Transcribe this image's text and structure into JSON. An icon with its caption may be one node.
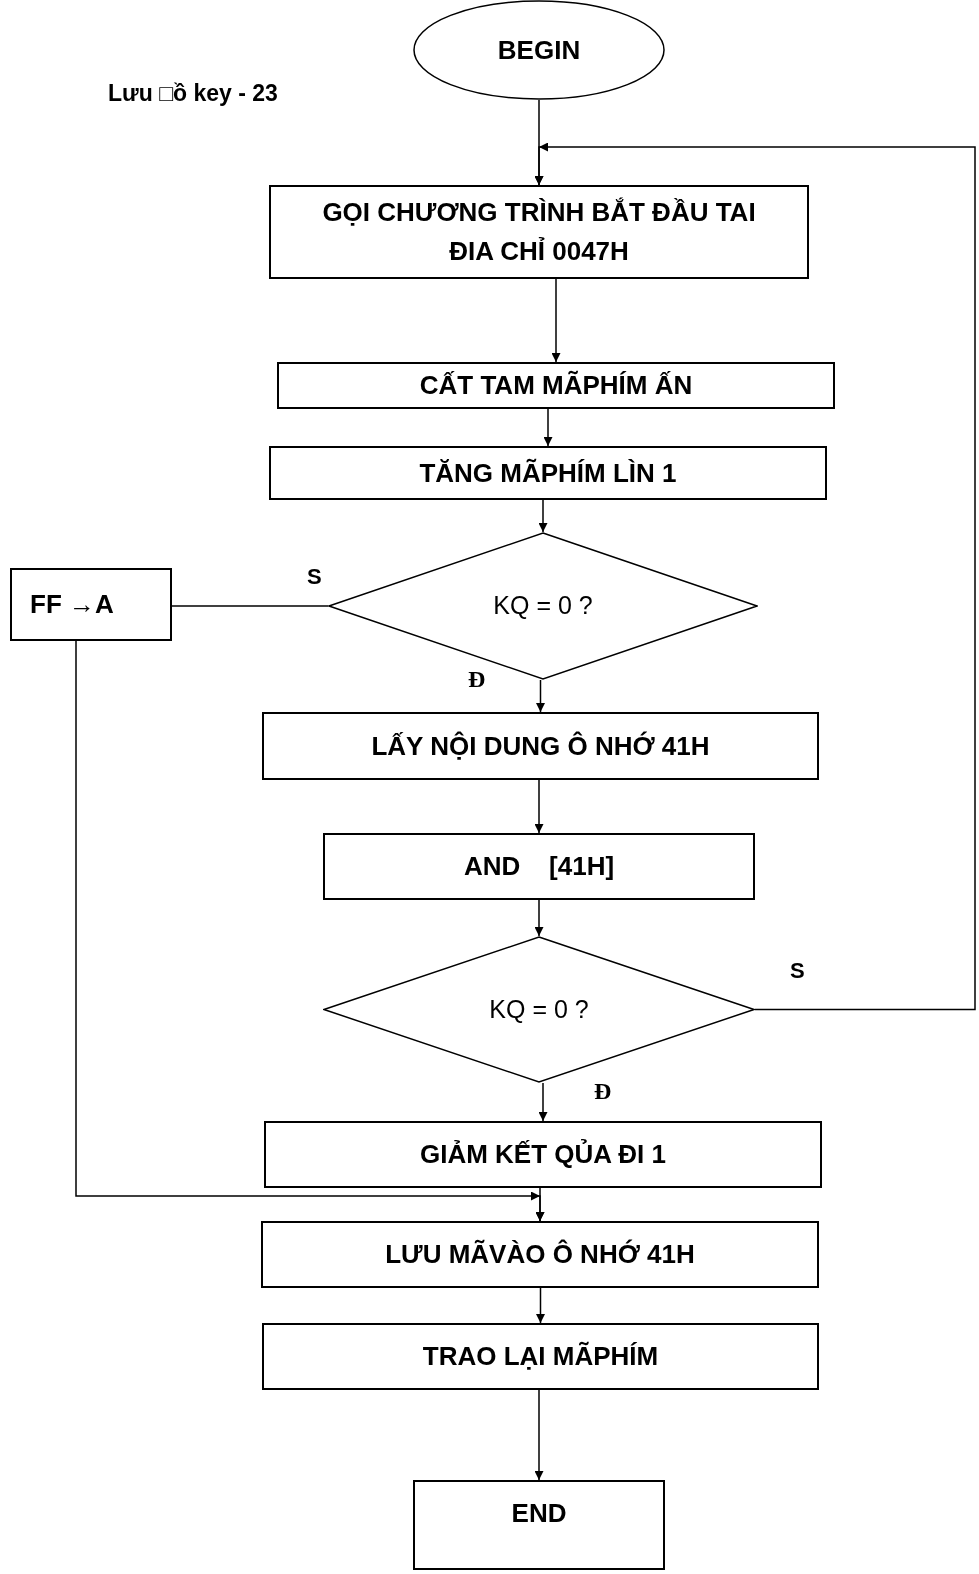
{
  "diagram": {
    "nodes": [
      {
        "text": [
          "BEGIN"
        ]
      },
      {
        "text": [
          "GỌI CHƯƠNG TRÌNH BẮT ĐẦU TAI ĐIA CHỈ 0047H"
        ]
      },
      {
        "text": [
          "CẤT TAM MÃPHÍM ẤN"
        ]
      },
      {
        "text": [
          "TĂNG MÃPHÍM LÌN 1"
        ]
      },
      {
        "text": [
          "KQ = 0 ?"
        ]
      },
      {
        "text": [
          "FF →A"
        ]
      },
      {
        "text": [
          "LẤY NỘI DUNG Ô NHỚ 41H"
        ]
      },
      {
        "text": [
          "AND    [41H]"
        ]
      },
      {
        "text": [
          "KQ = 0 ?"
        ]
      },
      {
        "text": [
          "GIẢM KẾT QỦA ĐI 1"
        ]
      },
      {
        "text": [
          "LƯU MÃVÀO Ô NHỚ 41H"
        ]
      },
      {
        "text": [
          "TRAO LẠI MÃPHÍM"
        ]
      },
      {
        "text": [
          "END"
        ]
      }
    ],
    "edges": [
      {
        "from": 0,
        "to": 1,
        "arrow": "to"
      },
      {
        "from": 1,
        "to": 2,
        "arrow": "to"
      },
      {
        "from": 2,
        "to": 3,
        "arrow": "to"
      },
      {
        "from": 3,
        "to": 4,
        "arrow": "to"
      },
      {
        "from": 4,
        "to": 5,
        "arrow": "none",
        "label": "S"
      },
      {
        "from": 4,
        "to": 6,
        "arrow": "to",
        "label": "Đ"
      },
      {
        "from": 6,
        "to": 7,
        "arrow": "to"
      },
      {
        "from": 7,
        "to": 8,
        "arrow": "to"
      },
      {
        "from": 8,
        "to": 9,
        "arrow": "to",
        "label": "Đ"
      },
      {
        "from": 8,
        "to": 1,
        "arrow": "to",
        "label": "S"
      },
      {
        "from": 9,
        "to": 10,
        "arrow": "to"
      },
      {
        "from": 5,
        "to": 10,
        "arrow": "to"
      },
      {
        "from": 10,
        "to": 11,
        "arrow": "to"
      },
      {
        "from": 11,
        "to": 12,
        "arrow": "to"
      }
    ],
    "labels": [
      "Lưu □ồ key - 23"
    ]
  }
}
